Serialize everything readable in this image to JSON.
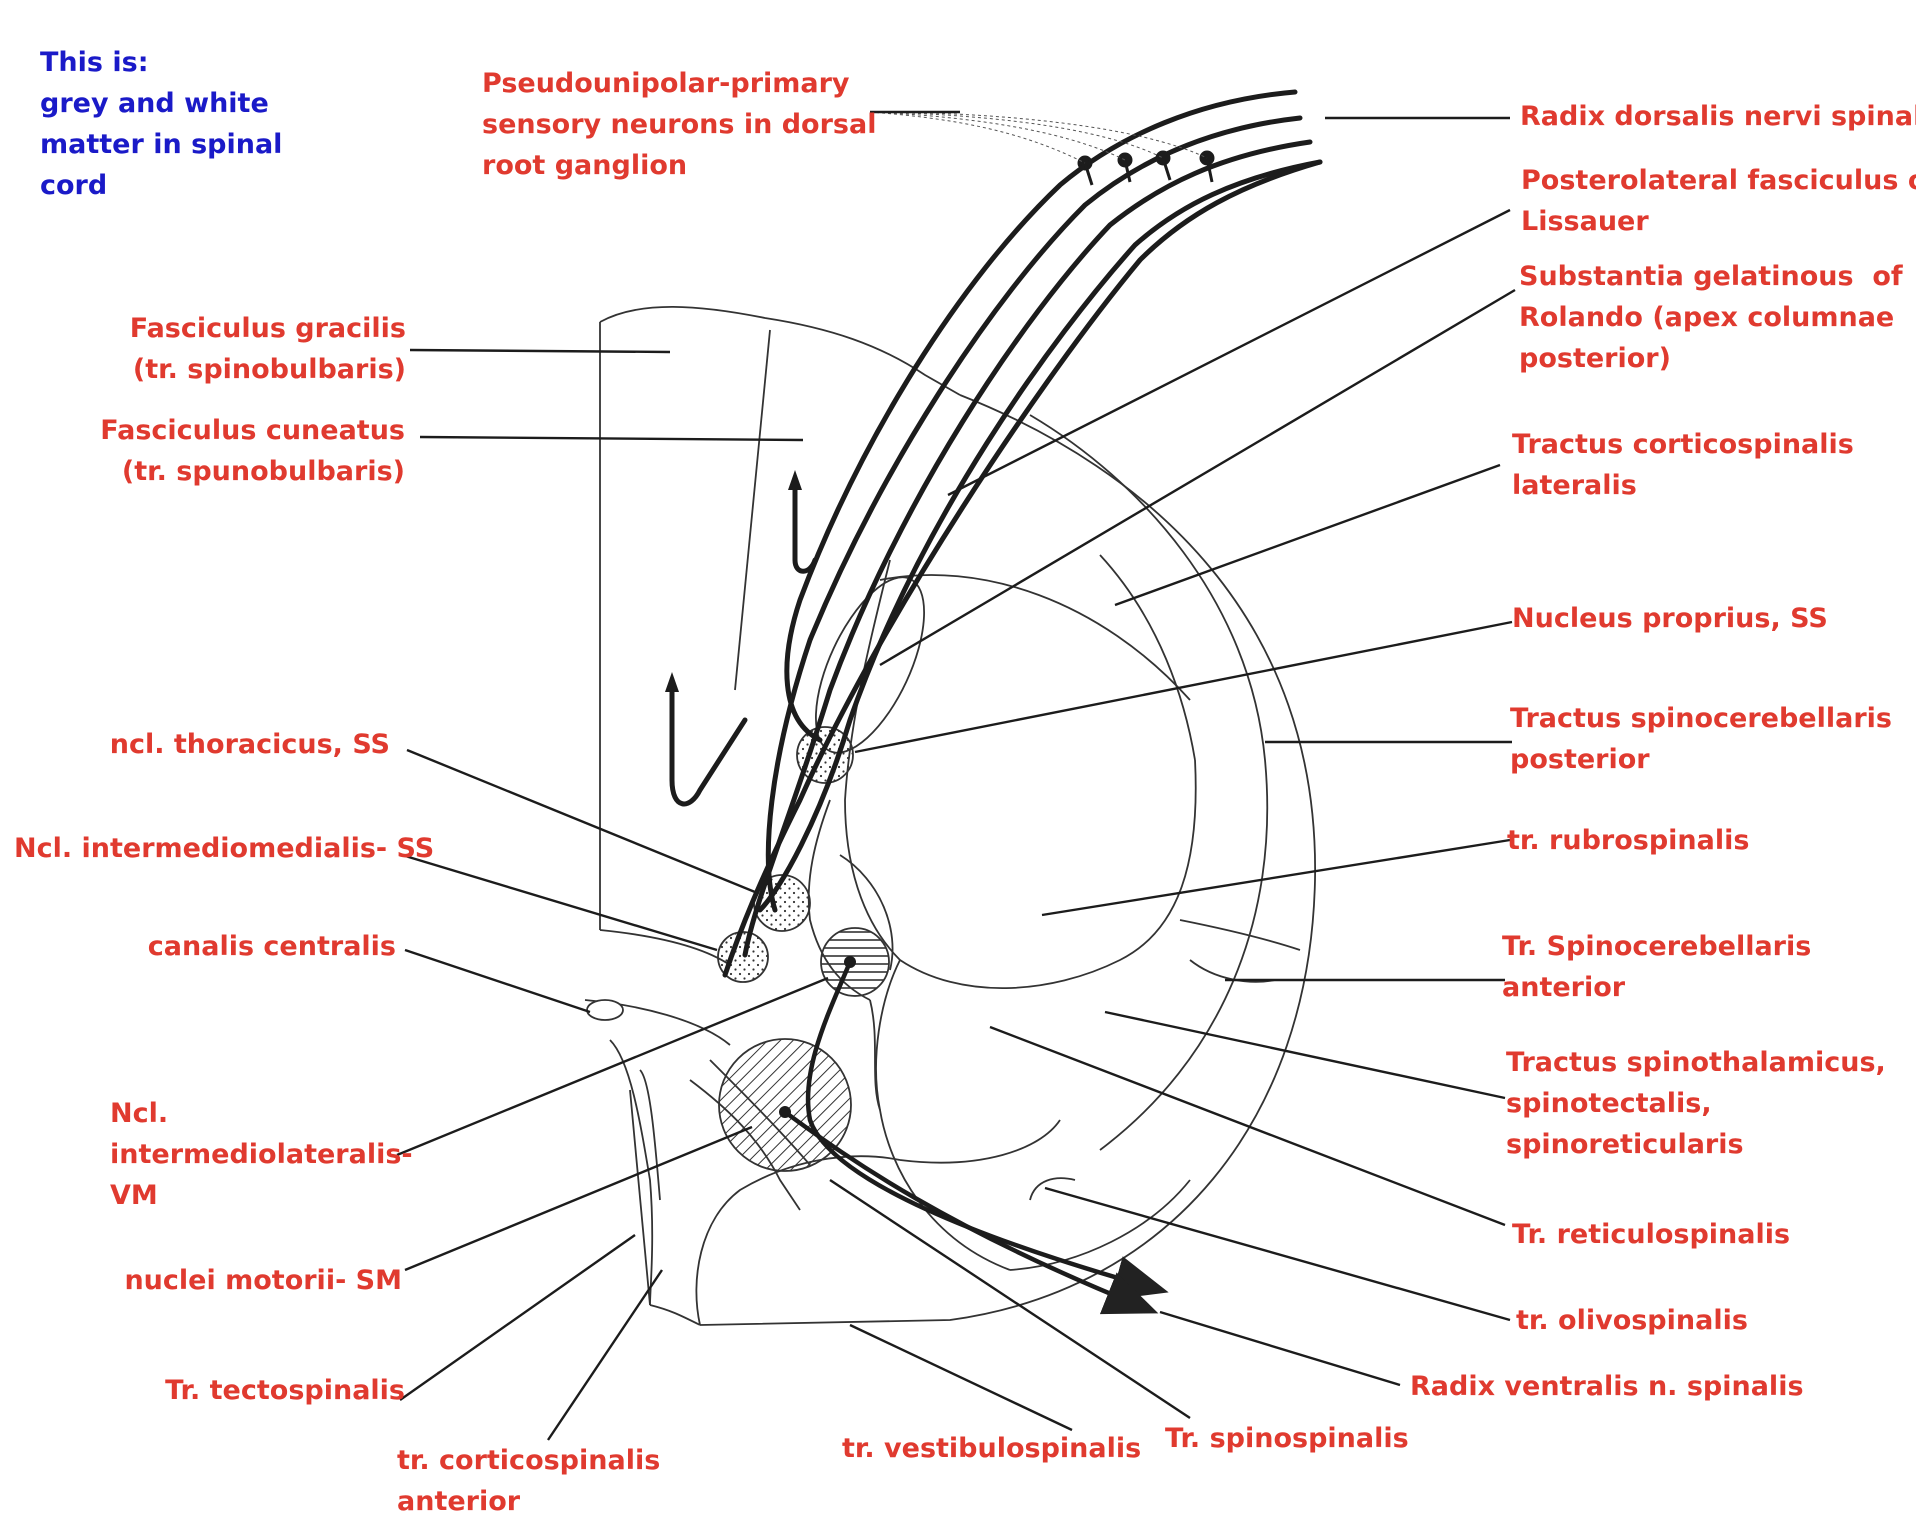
{
  "colors": {
    "label": "#e03a2f",
    "note": "#1a1ac8",
    "ink": "#222222"
  },
  "note": "This is:\ngrey and white\nmatter in spinal\ncord",
  "labels": {
    "pseudounipolar": "Pseudounipolar-primary\nsensory neurons in dorsal\nroot ganglion",
    "radix_dorsalis": "Radix dorsalis nervi spinalis",
    "lissauer": "Posterolateral fasciculus of\nLissauer",
    "gelatinous": "Substantia gelatinous  of\nRolando (apex columnae\nposterior)",
    "corticospinal_lat": "Tractus corticospinalis\nlateralis",
    "proprius": "Nucleus proprius, SS",
    "spinocerebellar_post": "Tractus spinocerebellaris\nposterior",
    "rubrospinal": "tr. rubrospinalis",
    "spinocerebellar_ant": "Tr. Spinocerebellaris\nanterior",
    "spinothalamic": "Tractus spinothalamicus,\nspinotectalis,\nspinoreticularis",
    "reticulospinal": "Tr. reticulospinalis",
    "olivospinal": "tr. olivospinalis",
    "radix_ventralis": "Radix ventralis n. spinalis",
    "spinospinal": "Tr. spinospinalis",
    "vestibulospinal": "tr. vestibulospinalis",
    "corticospinal_ant": "tr. corticospinalis\nanterior",
    "tectospinal": "Tr. tectospinalis",
    "motorii": "nuclei motorii- SM",
    "intermediolateral": "Ncl.\nintermediolateralis-\nVM",
    "canalis": "canalis centralis",
    "intermediomedial": "Ncl. intermediomedialis- SS",
    "thoracicus": "ncl. thoracicus, SS",
    "cuneatus": "Fasciculus cuneatus\n(tr. spunobulbaris)",
    "gracilis": "Fasciculus gracilis\n(tr. spinobulbaris)"
  }
}
